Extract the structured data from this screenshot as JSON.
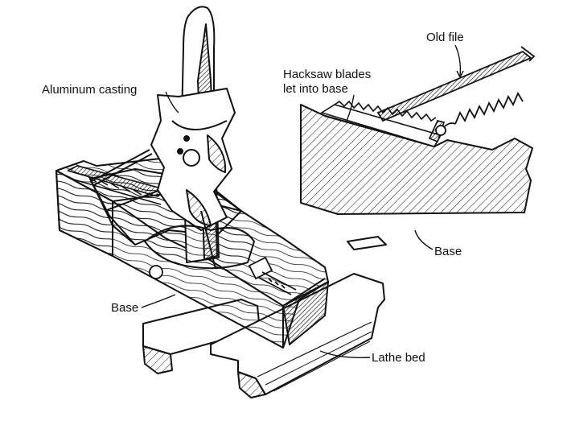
{
  "labels": {
    "aluminum_casting": "Aluminum casting",
    "old_file": "Old file",
    "hacksaw_line1": "Hacksaw blades",
    "hacksaw_line2": "let into base",
    "base_left": "Base",
    "base_right": "Base",
    "lathe_bed": "Lathe bed"
  },
  "colors": {
    "ink": "#111111",
    "paper": "#ffffff"
  }
}
